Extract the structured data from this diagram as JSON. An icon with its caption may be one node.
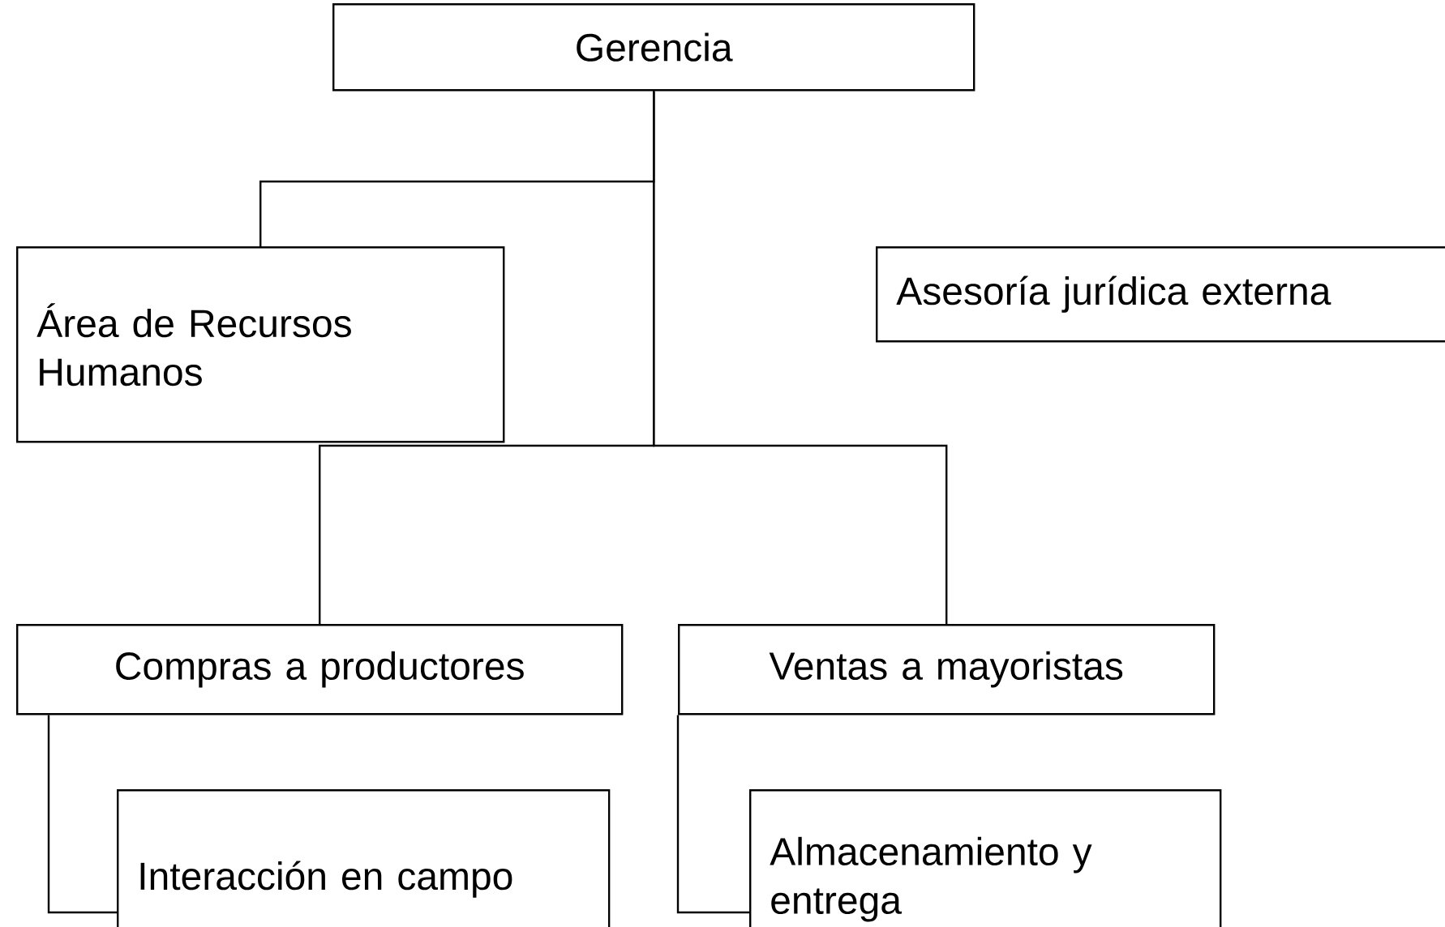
{
  "diagram": {
    "nodes": [
      {
        "text": [
          "Gerencia"
        ]
      },
      {
        "text": [
          "Área de Recursos Humanos"
        ]
      },
      {
        "text": [
          "Asesoría jurídica externa"
        ]
      },
      {
        "text": [
          "Compras a productores"
        ]
      },
      {
        "text": [
          "Ventas a mayoristas"
        ]
      },
      {
        "text": [
          "Interacción en campo"
        ]
      },
      {
        "text": [
          "Almacenamiento y entrega"
        ]
      }
    ],
    "edges": [
      {
        "from": 0,
        "to": 1,
        "arrow": "none"
      },
      {
        "from": 0,
        "to": 3,
        "arrow": "none"
      },
      {
        "from": 0,
        "to": 4,
        "arrow": "none"
      },
      {
        "from": 3,
        "to": 5,
        "arrow": "none"
      },
      {
        "from": 4,
        "to": 6,
        "arrow": "none"
      }
    ]
  }
}
